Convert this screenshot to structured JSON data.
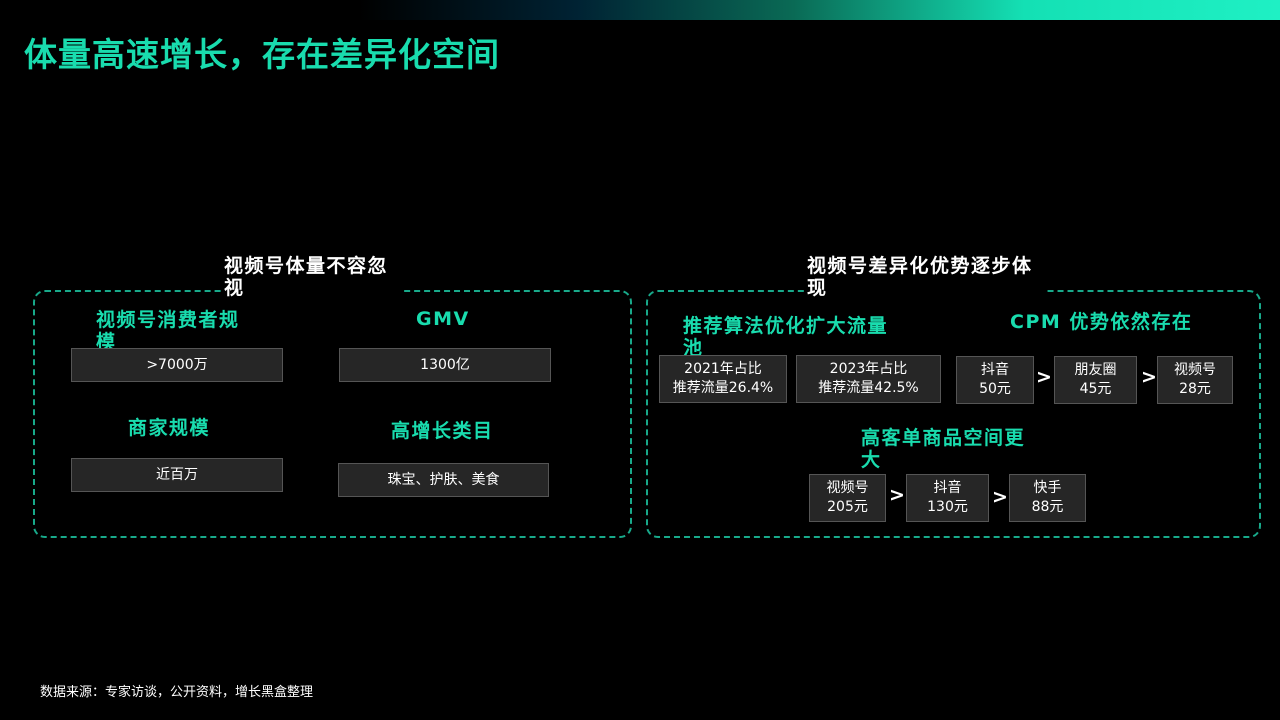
{
  "header": {
    "title": "体量高速增长，存在差异化空间"
  },
  "left_panel": {
    "title": "视频号体量不容忽视",
    "metrics": [
      {
        "label": "视频号消费者规模",
        "value": ">7000万"
      },
      {
        "label": "GMV",
        "value": "1300亿"
      },
      {
        "label": "商家规模",
        "value": "近百万"
      },
      {
        "label": "高增长类目",
        "value": "珠宝、护肤、美食"
      }
    ]
  },
  "right_panel": {
    "title": "视频号差异化优势逐步体现",
    "traffic": {
      "label": "推荐算法优化扩大流量池",
      "items": [
        {
          "line1": "2021年占比",
          "line2": "推荐流量26.4%"
        },
        {
          "line1": "2023年占比",
          "line2": "推荐流量42.5%"
        }
      ]
    },
    "cpm": {
      "label": "CPM 优势依然存在",
      "items": [
        {
          "name": "抖音",
          "value": "50元"
        },
        {
          "name": "朋友圈",
          "value": "45元"
        },
        {
          "name": "视频号",
          "value": "28元"
        }
      ]
    },
    "aov": {
      "label": "高客单商品空间更大",
      "items": [
        {
          "name": "视频号",
          "value": "205元"
        },
        {
          "name": "抖音",
          "value": "130元"
        },
        {
          "name": "快手",
          "value": "88元"
        }
      ]
    },
    "comparator": ">"
  },
  "footer": {
    "source": "数据来源：专家访谈，公开资料，增长黑盒整理"
  }
}
